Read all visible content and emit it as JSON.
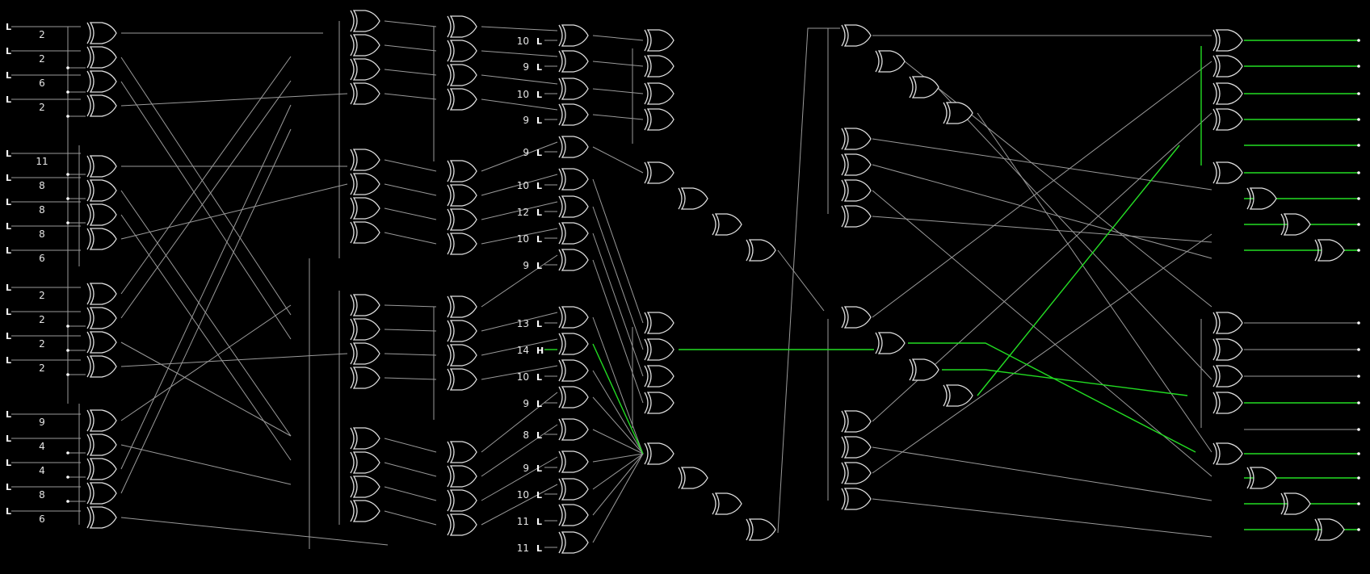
{
  "colors": {
    "background": "#000000",
    "wire": "#9a9a9a",
    "active": "#22dd22",
    "gate": "#e0e0e0",
    "text": "#e6e6e6"
  },
  "left_inputs": [
    {
      "level": "L",
      "count": "2"
    },
    {
      "level": "L",
      "count": "2"
    },
    {
      "level": "L",
      "count": "6"
    },
    {
      "level": "L",
      "count": "2"
    },
    {
      "level": "L",
      "count": "11"
    },
    {
      "level": "L",
      "count": "8"
    },
    {
      "level": "L",
      "count": "8"
    },
    {
      "level": "L",
      "count": "8"
    },
    {
      "level": "L",
      "count": "6"
    },
    {
      "level": "L",
      "count": "2"
    },
    {
      "level": "L",
      "count": "2"
    },
    {
      "level": "L",
      "count": "2"
    },
    {
      "level": "L",
      "count": "2"
    },
    {
      "level": "L",
      "count": "9"
    },
    {
      "level": "L",
      "count": "4"
    },
    {
      "level": "L",
      "count": "4"
    },
    {
      "level": "L",
      "count": "8"
    },
    {
      "level": "L",
      "count": "6"
    }
  ],
  "mid_inputs": [
    {
      "count": "10",
      "level": "L"
    },
    {
      "count": "9",
      "level": "L"
    },
    {
      "count": "10",
      "level": "L"
    },
    {
      "count": "9",
      "level": "L"
    },
    {
      "count": "9",
      "level": "L"
    },
    {
      "count": "10",
      "level": "L"
    },
    {
      "count": "12",
      "level": "L"
    },
    {
      "count": "10",
      "level": "L"
    },
    {
      "count": "9",
      "level": "L"
    },
    {
      "count": "13",
      "level": "L"
    },
    {
      "count": "14",
      "level": "H"
    },
    {
      "count": "10",
      "level": "L"
    },
    {
      "count": "9",
      "level": "L"
    },
    {
      "count": "8",
      "level": "L"
    },
    {
      "count": "9",
      "level": "L"
    },
    {
      "count": "10",
      "level": "L"
    },
    {
      "count": "11",
      "level": "L"
    },
    {
      "count": "11",
      "level": "L"
    }
  ],
  "outputs": [
    {
      "active": true
    },
    {
      "active": true
    },
    {
      "active": true
    },
    {
      "active": true
    },
    {
      "active": true
    },
    {
      "active": true
    },
    {
      "active": true
    },
    {
      "active": true
    },
    {
      "active": true
    },
    {
      "active": false
    },
    {
      "active": false
    },
    {
      "active": false
    },
    {
      "active": true
    },
    {
      "active": false
    },
    {
      "active": true
    },
    {
      "active": true
    },
    {
      "active": true
    },
    {
      "active": true
    }
  ]
}
